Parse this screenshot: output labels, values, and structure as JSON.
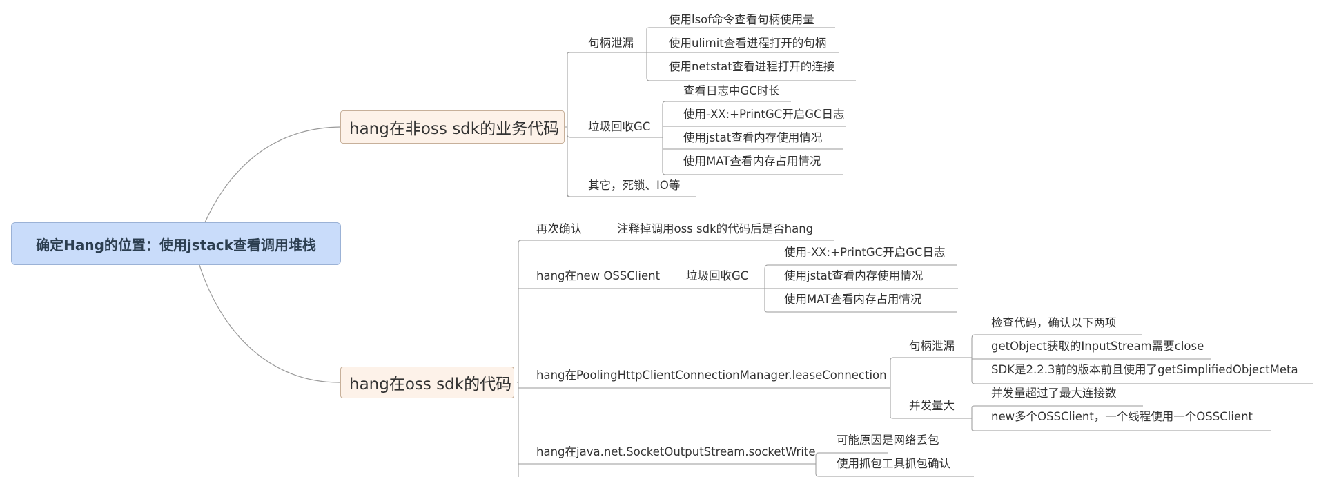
{
  "root": "确定Hang的位置：使用jstack查看调用堆栈",
  "branch1": {
    "title": "hang在非oss sdk的业务代码",
    "handle_leak": {
      "label": "句柄泄漏",
      "items": [
        "使用lsof命令查看句柄使用量",
        "使用ulimit查看进程打开的句柄",
        "使用netstat查看进程打开的连接"
      ]
    },
    "gc": {
      "label": "垃圾回收GC",
      "items": [
        "查看日志中GC时长",
        "使用-XX:+PrintGC开启GC日志",
        "使用jstat查看内存使用情况",
        "使用MAT查看内存占用情况"
      ]
    },
    "other": "其它，死锁、IO等"
  },
  "branch2": {
    "title": "hang在oss sdk的代码",
    "reconfirm": {
      "label": "再次确认",
      "item": "注释掉调用oss sdk的代码后是否hang"
    },
    "new_client": {
      "label": "hang在new OSSClient",
      "gc_label": "垃圾回收GC",
      "items": [
        "使用-XX:+PrintGC开启GC日志",
        "使用jstat查看内存使用情况",
        "使用MAT查看内存占用情况"
      ]
    },
    "lease": {
      "label": "hang在PoolingHttpClientConnectionManager.leaseConnection",
      "handle_leak": {
        "label": "句柄泄漏",
        "items": [
          "检查代码，确认以下两项",
          "getObject获取的InputStream需要close",
          "SDK是2.2.3前的版本前且使用了getSimplifiedObjectMeta"
        ]
      },
      "concurrency": {
        "label": "并发量大",
        "items": [
          "并发量超过了最大连接数",
          "new多个OSSClient，一个线程使用一个OSSClient"
        ]
      }
    },
    "socket_write": {
      "label": "hang在java.net.SocketOutputStream.socketWrite",
      "items": [
        "可能原因是网络丢包",
        "使用抓包工具抓包确认"
      ]
    }
  }
}
